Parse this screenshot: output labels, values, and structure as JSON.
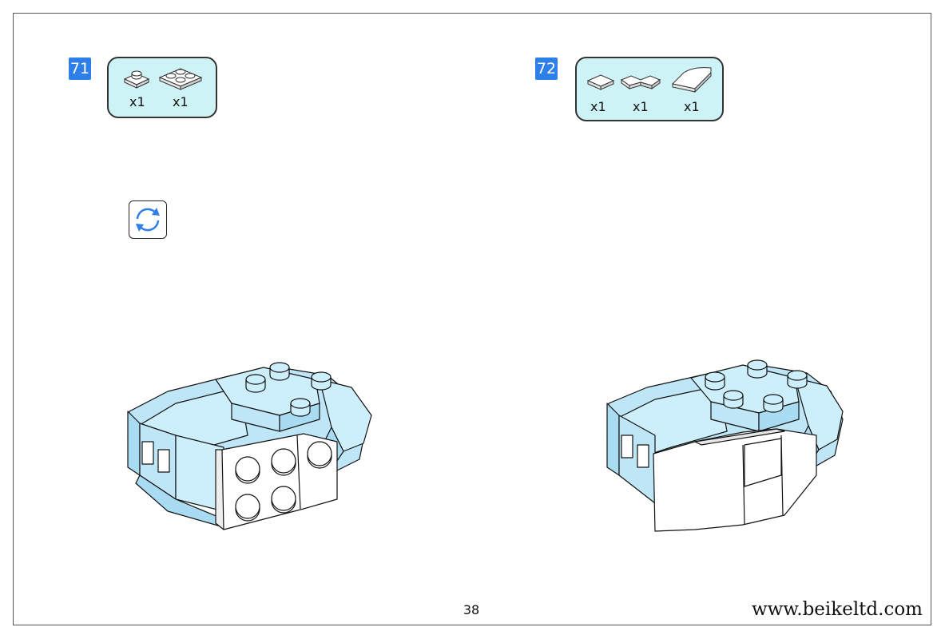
{
  "steps": [
    {
      "number": "71",
      "parts": [
        {
          "icon": "plate-1x1-icon",
          "qty": "x1"
        },
        {
          "icon": "plate-2x2-icon",
          "qty": "x1"
        }
      ],
      "rotate": {
        "icon": "rotate-icon"
      }
    },
    {
      "number": "72",
      "parts": [
        {
          "icon": "tile-1x1-icon",
          "qty": "x1"
        },
        {
          "icon": "tile-modified-icon",
          "qty": "x1"
        },
        {
          "icon": "curved-slope-icon",
          "qty": "x1"
        }
      ]
    }
  ],
  "footer": {
    "page_number": "38",
    "website": "www.beikeltd.com"
  },
  "colors": {
    "step_badge": "#2f7fe8",
    "parts_box": "#cdf3f7",
    "brick_light_blue": "#bfe6f7",
    "brick_white": "#ffffff"
  }
}
